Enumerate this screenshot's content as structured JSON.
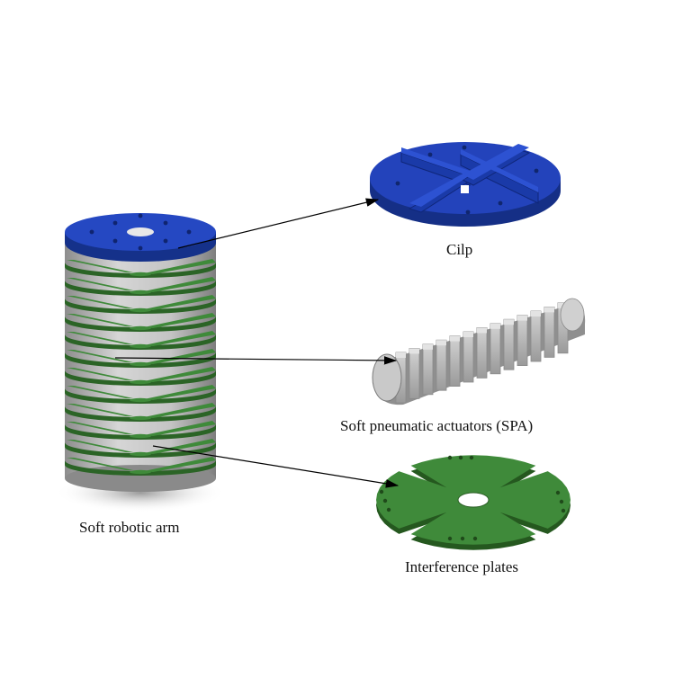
{
  "labels": {
    "arm": "Soft robotic arm",
    "clip": "Cilp",
    "spa": "Soft pneumatic actuators (SPA)",
    "plates": "Interference plates"
  },
  "colors": {
    "clip_blue": "#1c3fa8",
    "plate_green": "#3f8a3a",
    "actuator_gray": "#b9b9b9",
    "arrow": "#000000"
  },
  "components": [
    "cilp-icon",
    "spa-icon",
    "interference-plate-icon",
    "soft-robotic-arm-icon"
  ]
}
